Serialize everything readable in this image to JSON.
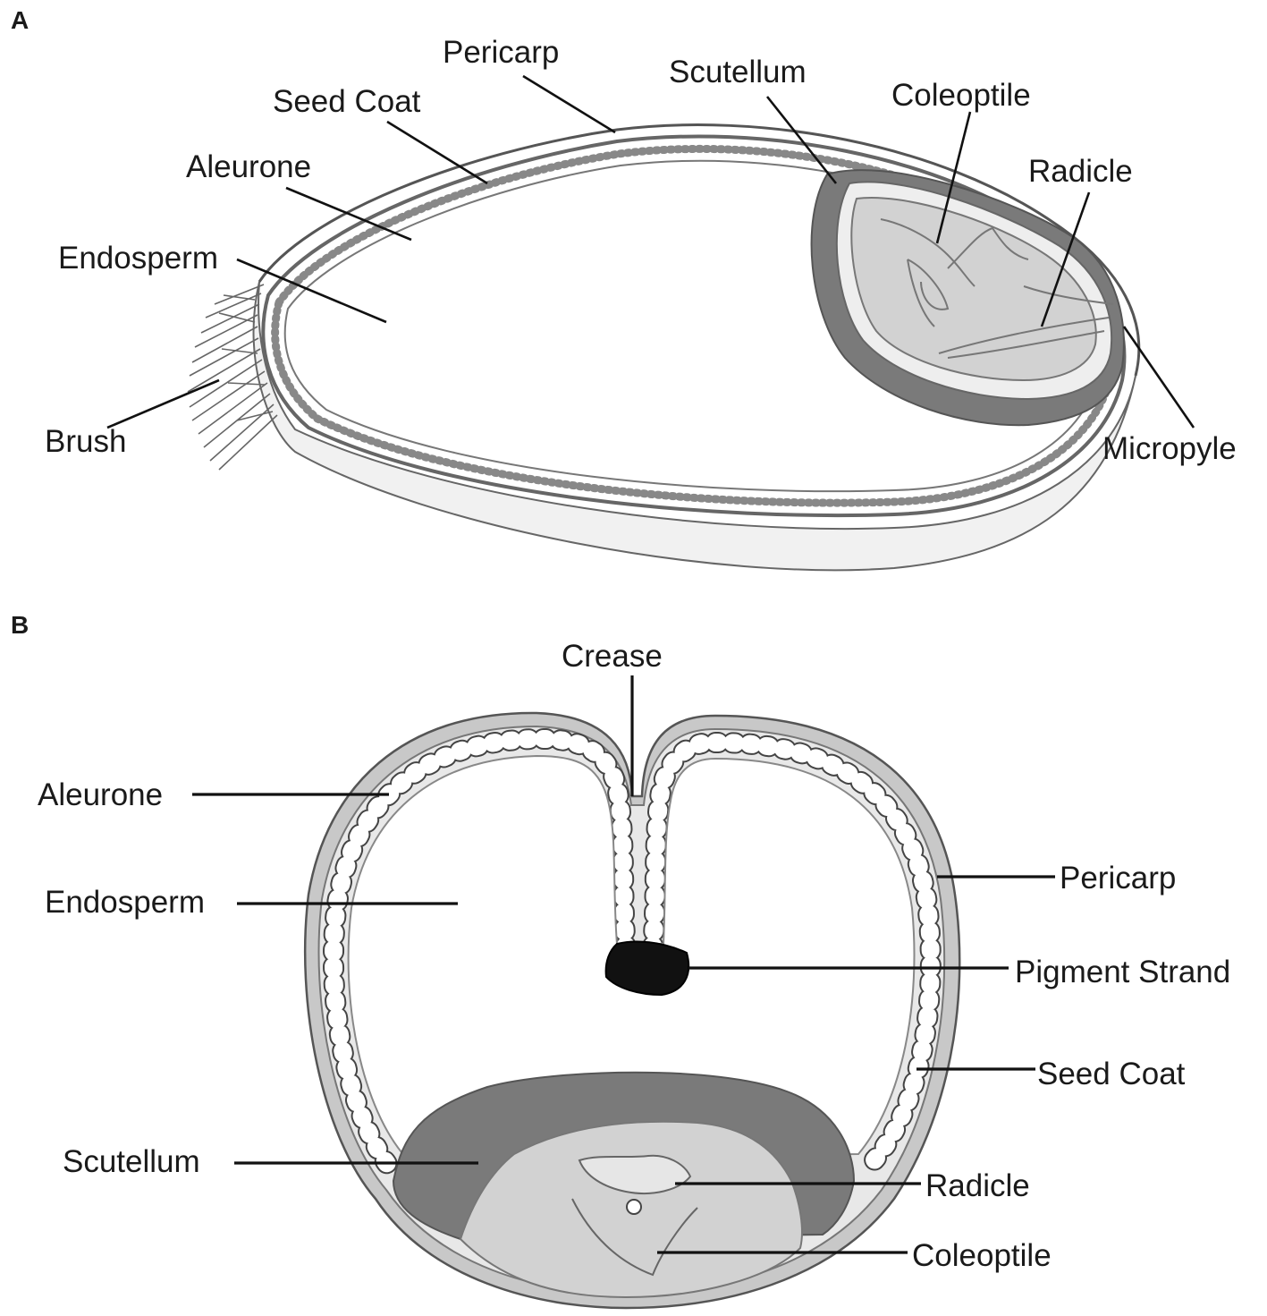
{
  "panel_a": {
    "letter": "A",
    "labels": {
      "pericarp": "Pericarp",
      "seed_coat": "Seed Coat",
      "aleurone": "Aleurone",
      "endosperm": "Endosperm",
      "brush": "Brush",
      "scutellum": "Scutellum",
      "coleoptile": "Coleoptile",
      "radicle": "Radicle",
      "micropyle": "Micropyle"
    }
  },
  "panel_b": {
    "letter": "B",
    "labels": {
      "crease": "Crease",
      "aleurone": "Aleurone",
      "endosperm": "Endosperm",
      "pericarp": "Pericarp",
      "pigment_strand": "Pigment Strand",
      "seed_coat": "Seed Coat",
      "scutellum": "Scutellum",
      "radicle": "Radicle",
      "coleoptile": "Coleoptile"
    }
  },
  "colors": {
    "scutellum": "#7a7a7a",
    "embryo": "#d2d2d2",
    "pericarp": "#c8c8c8",
    "pigment": "#111111",
    "outline": "#555555"
  }
}
